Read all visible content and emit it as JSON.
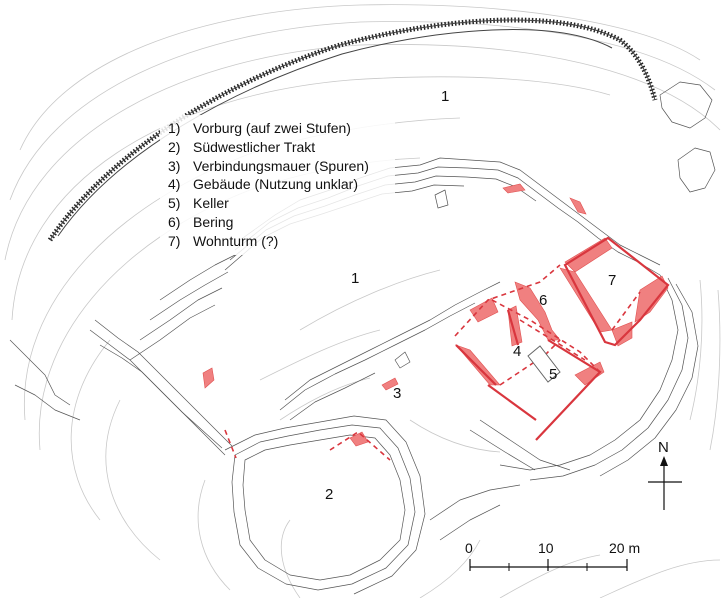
{
  "legend": [
    {
      "num": "1)",
      "text": "Vorburg (auf zwei Stufen)"
    },
    {
      "num": "2)",
      "text": "Südwestlicher Trakt"
    },
    {
      "num": "3)",
      "text": "Verbindungsmauer (Spuren)"
    },
    {
      "num": "4)",
      "text": "Gebäude (Nutzung unklar)"
    },
    {
      "num": "5)",
      "text": "Keller"
    },
    {
      "num": "6)",
      "text": "Bering"
    },
    {
      "num": "7)",
      "text": "Wohnturm (?)"
    }
  ],
  "area_labels": {
    "vorburg_upper": "1",
    "vorburg_lower": "1",
    "southwest_wing": "2",
    "connecting_wall": "3",
    "building": "4",
    "cellar": "5",
    "curtain_wall": "6",
    "residential_tower": "7"
  },
  "north_arrow": {
    "label": "N"
  },
  "scale_bar": {
    "ticks": [
      "0",
      "10",
      "20 m"
    ]
  },
  "colors": {
    "masonry": "#f08080",
    "wall_outline": "#d9363e",
    "rock": "#555555",
    "contour": "#c8c8c8"
  }
}
